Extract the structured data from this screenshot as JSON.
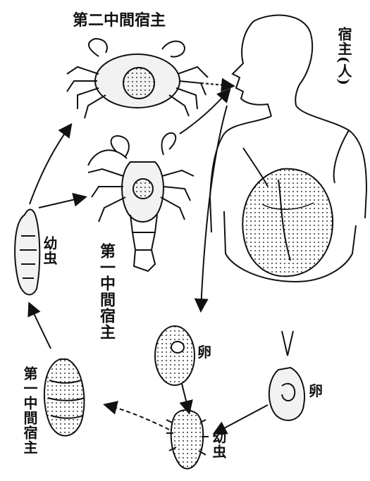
{
  "labels": {
    "second_intermediate_host": "第二中間宿主",
    "final_host": "宿主(人)",
    "first_intermediate_host_crayfish": "第一中間宿主",
    "first_intermediate_host_snail": "第一中間宿主",
    "larva_left": "幼虫",
    "egg": "卵",
    "egg_right": "卵",
    "larva_bottom": "幼虫"
  },
  "colors": {
    "ink": "#111111",
    "paper": "#ffffff",
    "organ_fill": "#d8d8d8"
  }
}
